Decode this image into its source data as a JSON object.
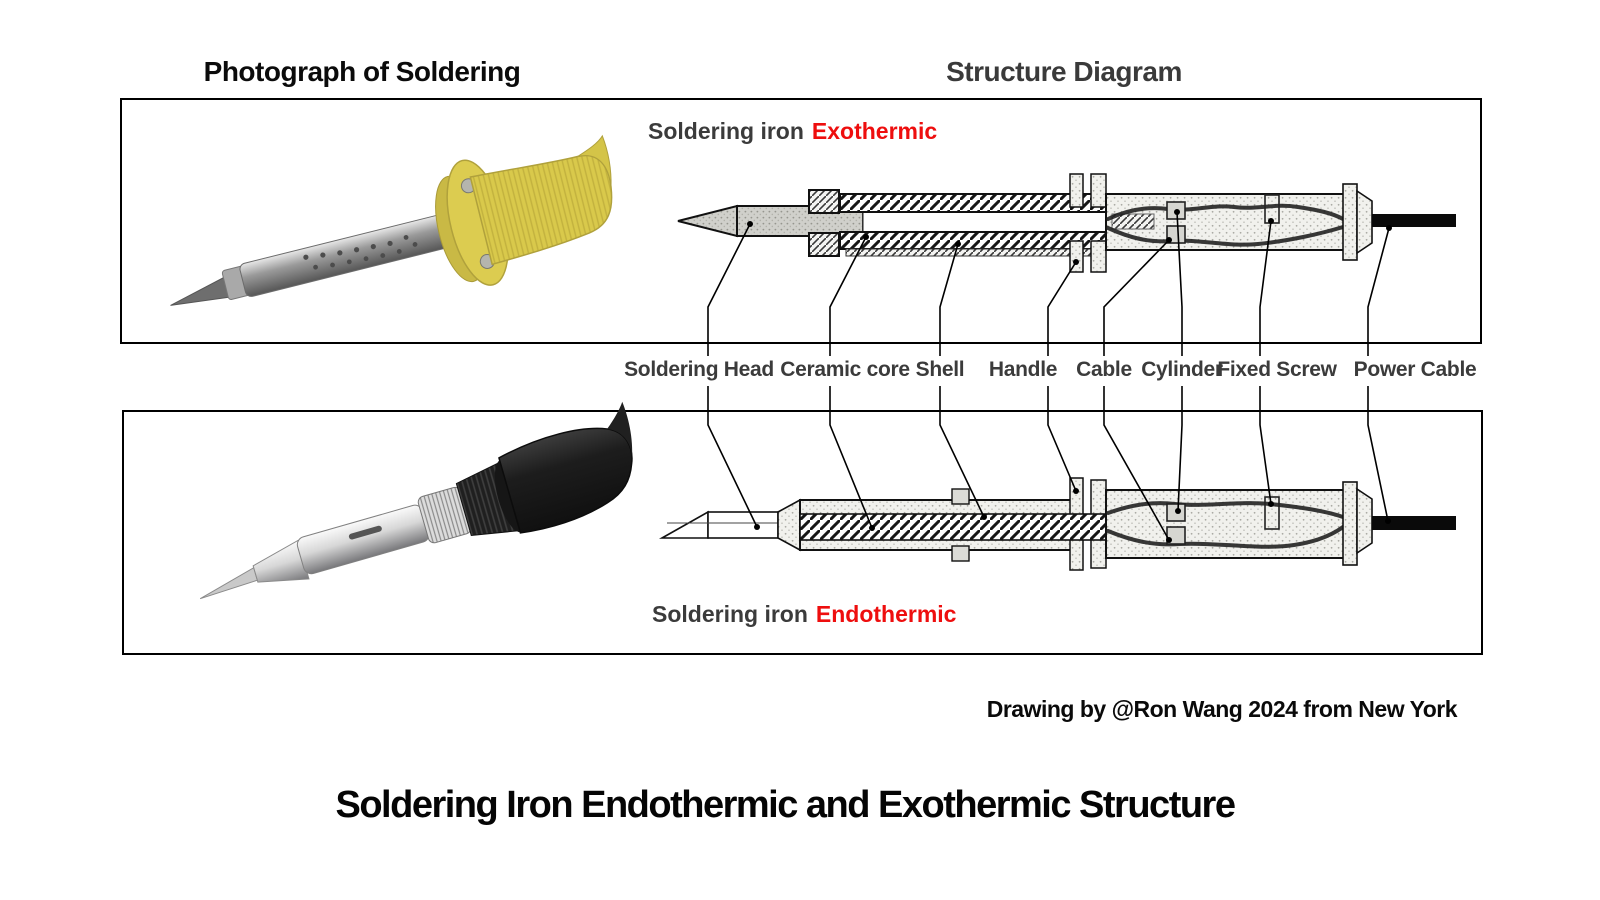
{
  "page": {
    "photo_section_title": "Photograph of Soldering",
    "diagram_section_title": "Structure Diagram",
    "main_title": "Soldering Iron Endothermic and Exothermic Structure",
    "credit": "Drawing by @Ron Wang 2024 from New York"
  },
  "exothermic": {
    "label_prefix": "Soldering iron",
    "label_type": "Exothermic"
  },
  "endothermic": {
    "label_prefix": "Soldering iron",
    "label_type": "Endothermic"
  },
  "part_labels": [
    "Soldering Head",
    "Ceramic core",
    "Shell",
    "Handle",
    "Cable",
    "Cylinder",
    "Fixed Screw",
    "Power Cable"
  ],
  "colors": {
    "accent_red": "#ee0e0e",
    "label_gray": "#3b3b3b",
    "text_black": "#0a0a0a"
  }
}
